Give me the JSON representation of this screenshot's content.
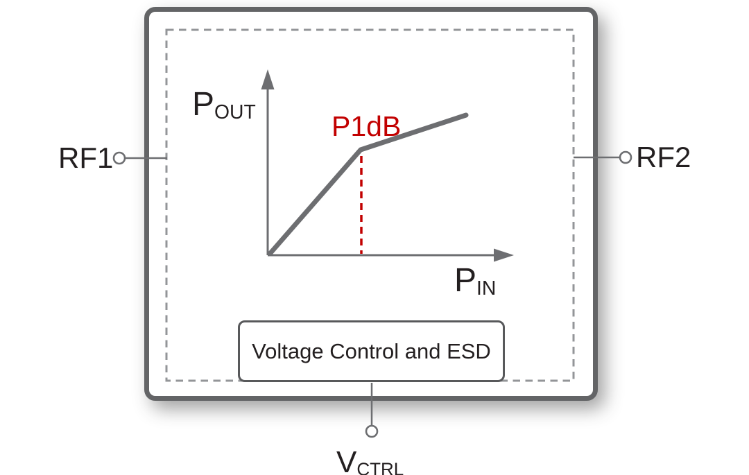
{
  "ports": {
    "rf1": {
      "label": "RF1"
    },
    "rf2": {
      "label": "RF2"
    },
    "vctrl": {
      "main": "V",
      "sub": "CTRL"
    }
  },
  "blocks": {
    "voltage_control": {
      "label": "Voltage Control and ESD"
    }
  },
  "graph": {
    "ylabel": {
      "main": "P",
      "sub": "OUT"
    },
    "xlabel": {
      "main": "P",
      "sub": "IN"
    },
    "compression_annotation": "P1dB",
    "description": "Qualitative output-power vs input-power transfer curve with a 1 dB compression knee marked by a red dashed vertical line"
  },
  "colors": {
    "device_outline": "#636466",
    "inner_dashed_boundary": "#939598",
    "curve_and_leads": "#6d6e71",
    "text": "#231f20",
    "annotation_red": "#c20000",
    "background": "#ffffff"
  }
}
